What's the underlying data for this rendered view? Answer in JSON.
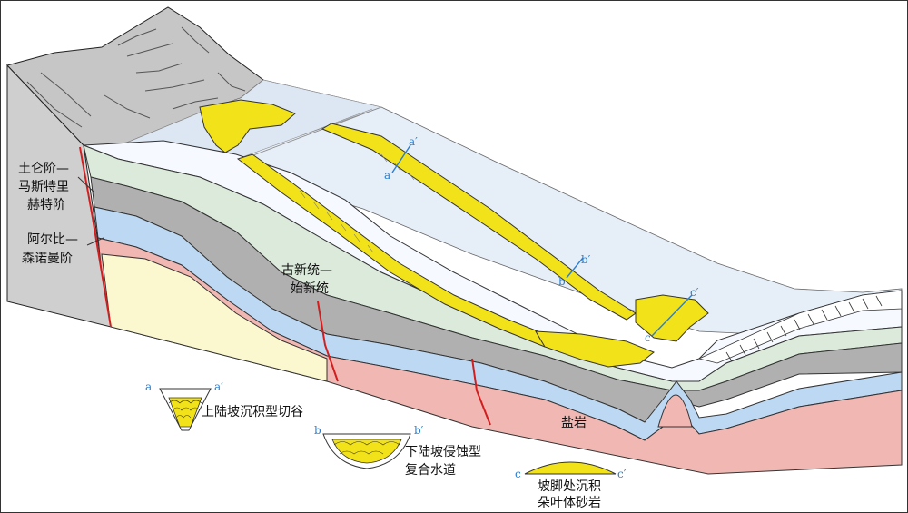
{
  "labels": {
    "turonian_maastrichtian_l1": "土仑阶—",
    "turonian_maastrichtian_l2": "马斯特里",
    "turonian_maastrichtian_l3": "赫特阶",
    "albian_cenomanian_l1": "阿尔比—",
    "albian_cenomanian_l2": "森诺曼阶",
    "paleocene_eocene_l1": "古新统—",
    "paleocene_eocene_l2": "始新统",
    "salt": "盐岩"
  },
  "sections": {
    "a": "a",
    "a_prime": "a′",
    "b": "b",
    "b_prime": "b′",
    "c": "c",
    "c_prime": "c′"
  },
  "legend": {
    "upper_slope_valley": "上陆坡沉积型切谷",
    "lower_slope_channel_l1": "下陆坡侵蚀型",
    "lower_slope_channel_l2": "复合水道",
    "toe_lobe_l1": "坡脚处沉积",
    "toe_lobe_l2": "朵叶体砂岩"
  },
  "colors": {
    "sand": "#f2e21a",
    "shelf_green": "#dbeadb",
    "grey_layer": "#b0b0b0",
    "blue_layer": "#bcd8f2",
    "salt_pink": "#f1b7b3",
    "cream": "#fbf8cf",
    "fault_red": "#d21e1e",
    "sea_surface": "#e6eef8"
  }
}
